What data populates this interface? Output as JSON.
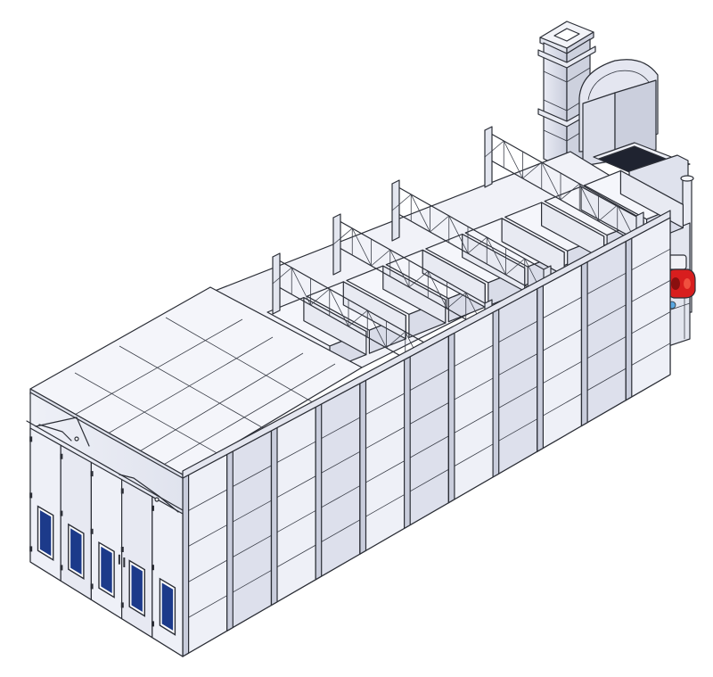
{
  "diagram": {
    "subject": "industrial-spray-booth-isometric",
    "colors": {
      "background": "#ffffff",
      "outline": "#2b2e36",
      "panel_light": "#eef0f7",
      "panel_mid": "#dde0ec",
      "panel_dark": "#c9cddc",
      "roof": "#f3f4f9",
      "burner_red": "#d81e1e",
      "window_glass": "#1c3a8a"
    },
    "components": {
      "door_panels": 5,
      "door_windows": 5,
      "front_wall_bays": 4,
      "side_wall_bays": 11,
      "roof_trusses": 4,
      "roof_ducts": 9
    }
  }
}
